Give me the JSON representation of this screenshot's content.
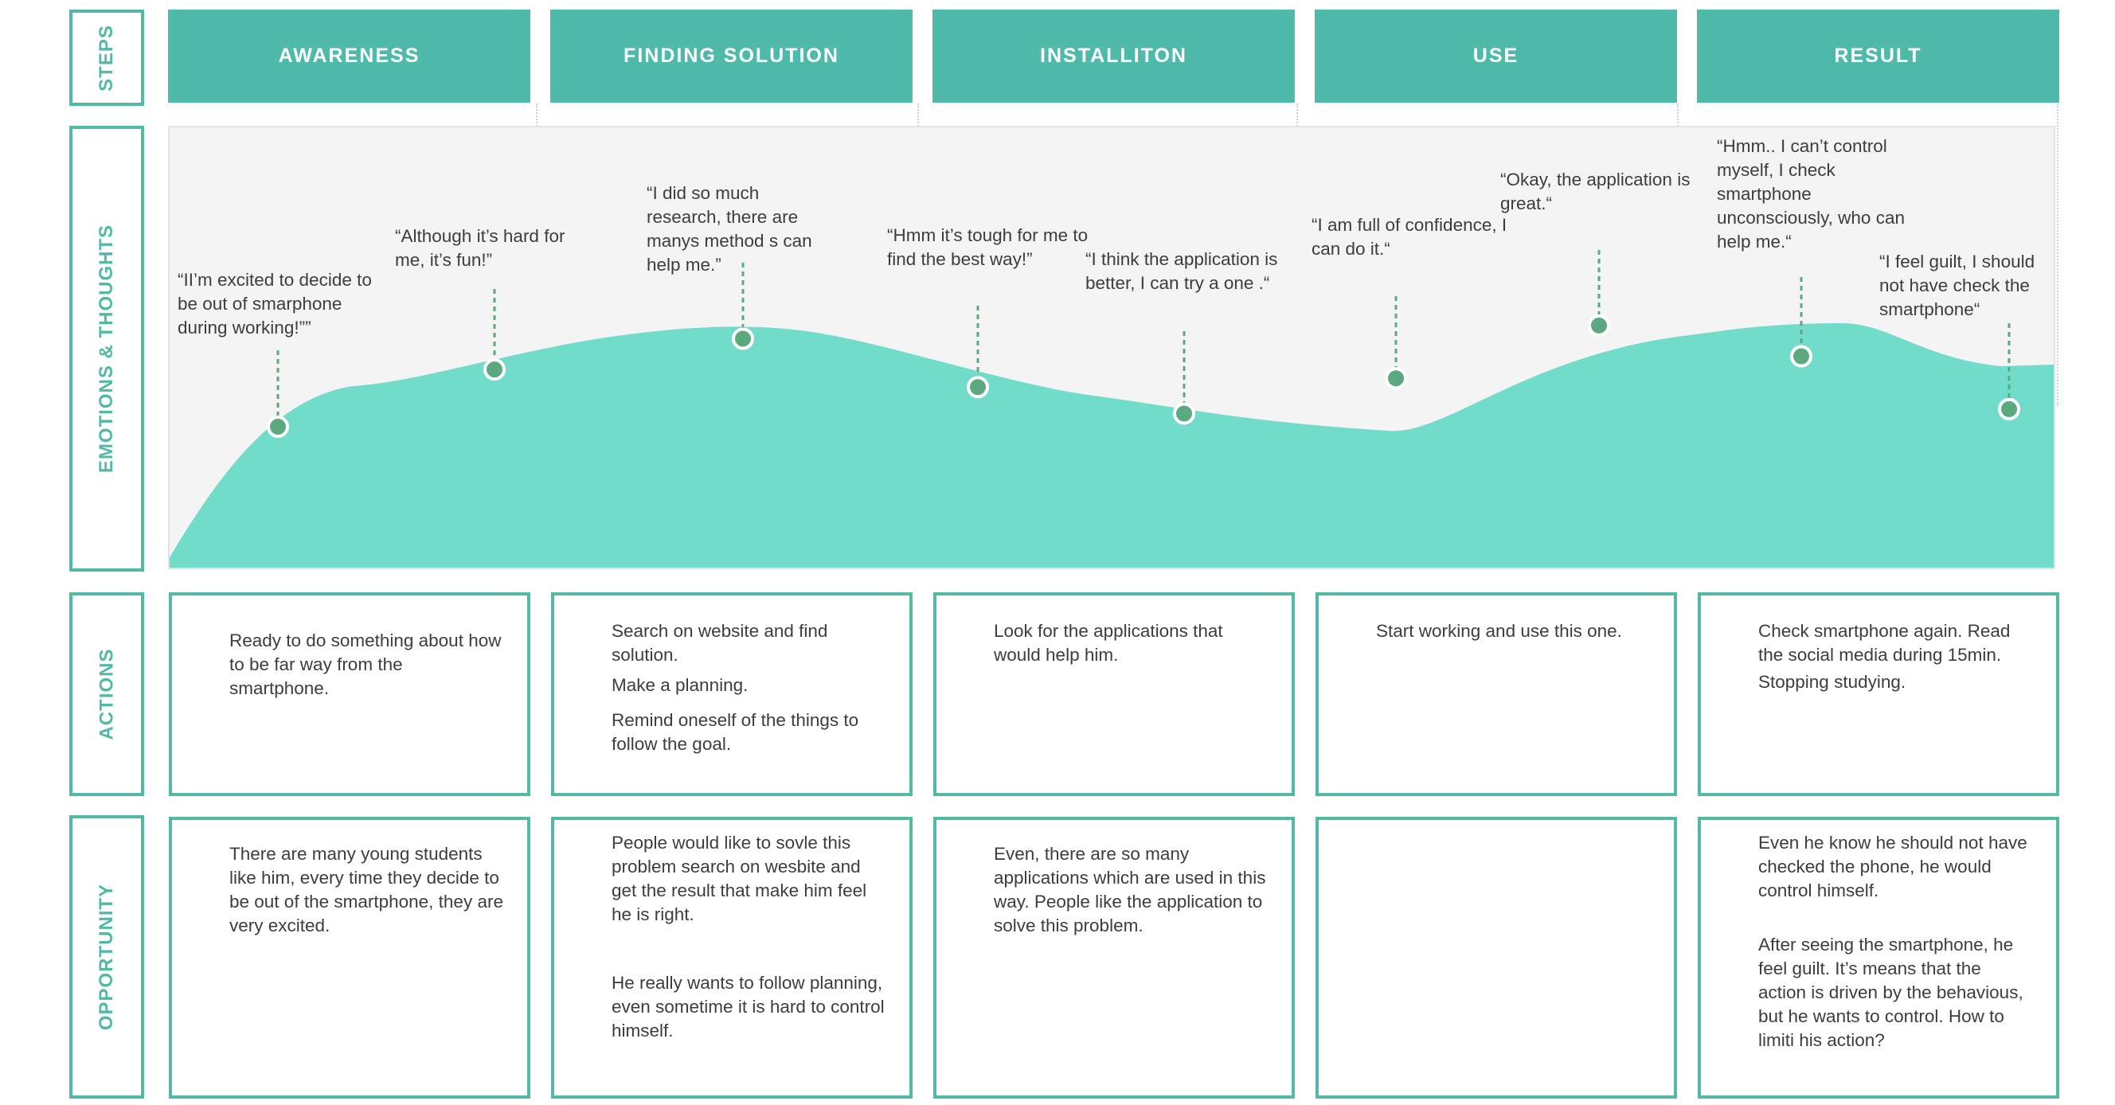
{
  "row_labels": {
    "steps": "STEPS",
    "emotions": "EMOTIONS & THOUGHTS",
    "actions": "ACTIONS",
    "opportunity": "OPPORTUNITY"
  },
  "steps": [
    "AWARENESS",
    "FINDING SOLUTION",
    "INSTALLITON",
    "USE",
    "RESULT"
  ],
  "emotion_points": [
    {
      "quote": "“II’m excited to decide to be out of smarphone during working!””",
      "level": 0.32
    },
    {
      "quote": "“Although it’s hard for me, it’s fun!”",
      "level": 0.45
    },
    {
      "quote": "“I did so much research, there are manys method s can help me.”",
      "level": 0.52
    },
    {
      "quote": "“Hmm it’s tough for me to find the best way!”",
      "level": 0.41
    },
    {
      "quote": "“I think the application is better, I can try a one .“",
      "level": 0.35
    },
    {
      "quote": "“I am full of confidence, I can do it.“",
      "level": 0.43
    },
    {
      "quote": "“Okay, the application is great.“",
      "level": 0.55
    },
    {
      "quote": "“Hmm.. I can’t control myself, I check smartphone unconsciously, who can help me.“",
      "level": 0.48
    },
    {
      "quote": "“I feel guilt, I should not have check the smartphone“",
      "level": 0.36
    }
  ],
  "actions": [
    [
      "Ready to do something about how to be far way from the smartphone."
    ],
    [
      "Search on website and find solution.",
      "Make a planning.",
      "Remind oneself of the things to follow the goal."
    ],
    [
      "Look for the applications that would help him."
    ],
    [
      "Start working and use this one."
    ],
    [
      "Check smartphone again. Read the social media during 15min.",
      "Stopping studying."
    ]
  ],
  "opportunity": [
    [
      "There are many young students like him, every time they decide to be out of the smartphone, they are very excited."
    ],
    [
      "People would like to sovle this problem search on wesbite and get the result that make him feel he is right.",
      "He really wants to follow planning, even sometime it is hard to control himself."
    ],
    [
      "Even, there are so many applications which are used in this way. People like the application to solve this problem."
    ],
    [],
    [
      "Even he know he should not have checked the phone, he would control himself.",
      "After seeing the smartphone, he feel guilt. It’s means that the action is driven by the behavious, but he wants to control. How to limiti his action?"
    ]
  ],
  "colors": {
    "accent": "#52b9a6",
    "step_fill": "#4fbaa9",
    "curve_fill": "#72dccb",
    "marker": "#5ca97f"
  }
}
